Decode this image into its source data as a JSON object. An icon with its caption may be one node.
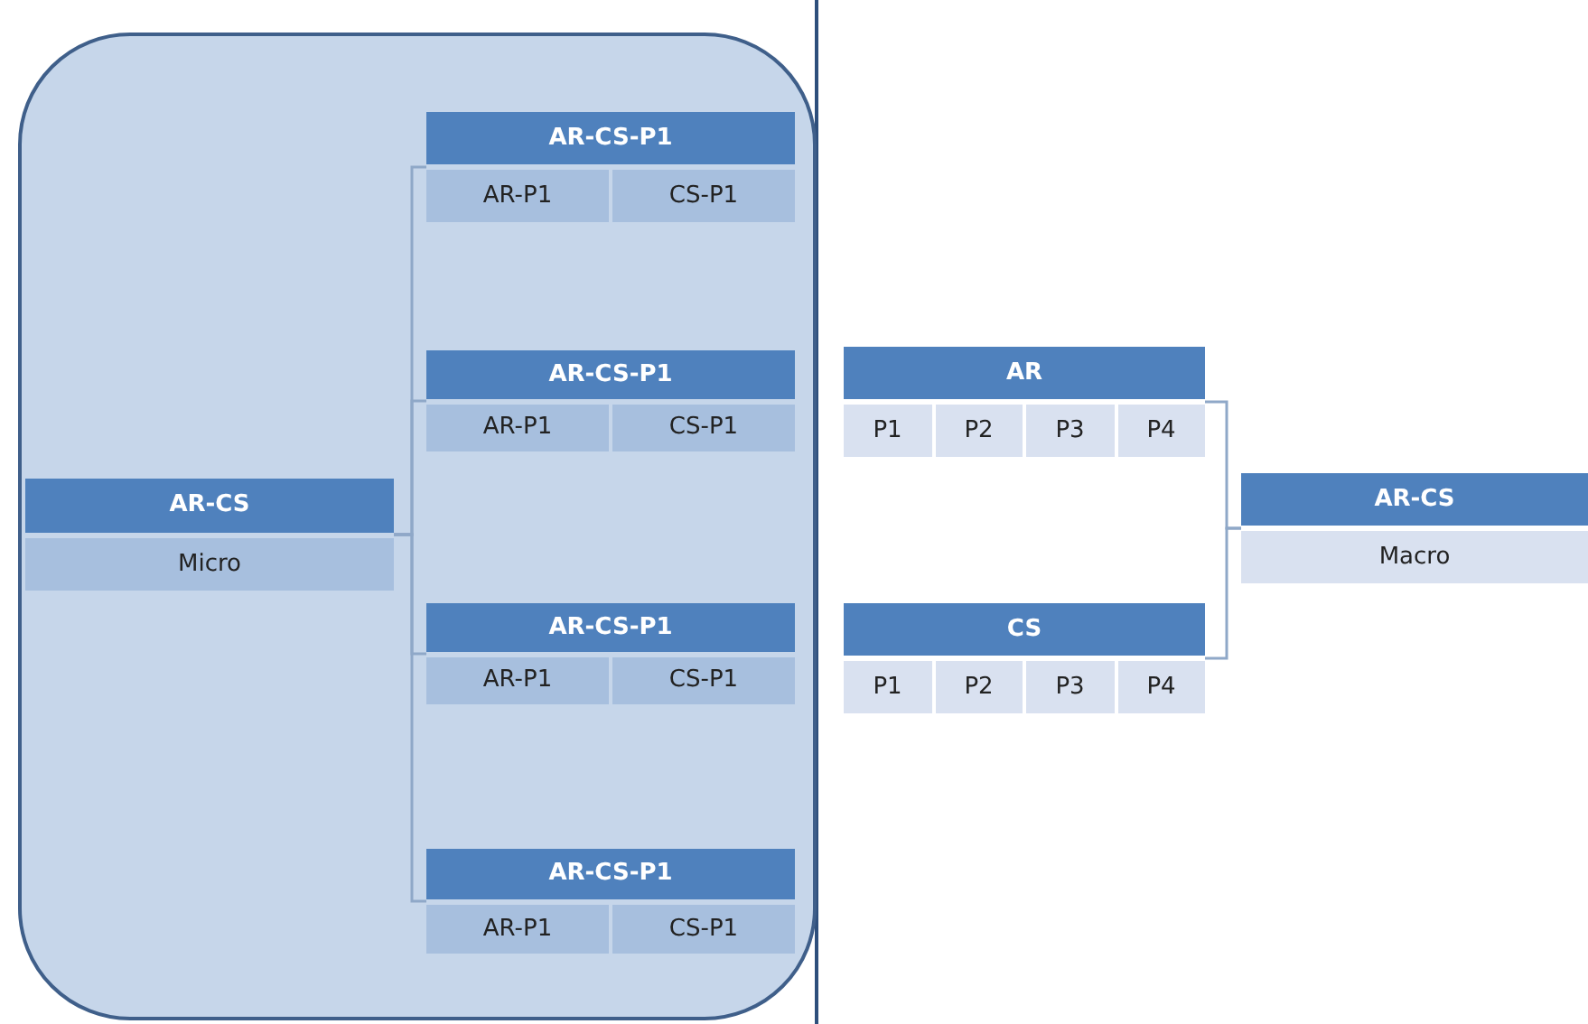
{
  "diagram": {
    "nodes": [
      {
        "text": [],
        "shape": "box"
      },
      {
        "text": [
          "AR-CS",
          "Micro"
        ],
        "in": 0
      },
      {
        "text": [
          "AR-CS-P1",
          "AR-P1",
          "CS-P1"
        ],
        "in": 0
      },
      {
        "text": [
          "AR-CS-P1",
          "AR-P1",
          "CS-P1"
        ],
        "in": 0
      },
      {
        "text": [
          "AR-CS-P1",
          "AR-P1",
          "CS-P1"
        ],
        "in": 0
      },
      {
        "text": [
          "AR-CS-P1",
          "AR-P1",
          "CS-P1"
        ],
        "in": 0
      },
      {
        "text": [
          "AR",
          "P1",
          "P2",
          "P3",
          "P4"
        ]
      },
      {
        "text": [
          "CS",
          "P1",
          "P2",
          "P3",
          "P4"
        ]
      },
      {
        "text": [
          "AR-CS",
          "Macro"
        ]
      }
    ],
    "edges": [
      {
        "from": 1,
        "to": 2,
        "arrow": "none"
      },
      {
        "from": 1,
        "to": 3,
        "arrow": "none"
      },
      {
        "from": 1,
        "to": 4,
        "arrow": "none"
      },
      {
        "from": 1,
        "to": 5,
        "arrow": "none"
      },
      {
        "from": 6,
        "to": 8,
        "arrow": "none"
      },
      {
        "from": 7,
        "to": 8,
        "arrow": "none"
      }
    ]
  }
}
